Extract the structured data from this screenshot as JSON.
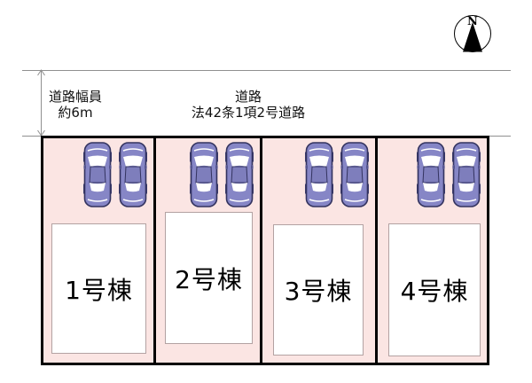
{
  "compass": {
    "label": "N"
  },
  "road": {
    "name_line1": "道路",
    "name_line2": "法42条1項2号道路",
    "width_line1": "道路幅員",
    "width_line2": "約6m"
  },
  "lots": [
    {
      "label": "1号棟",
      "car_count": 2
    },
    {
      "label": "2号棟",
      "car_count": 2
    },
    {
      "label": "3号棟",
      "car_count": 2
    },
    {
      "label": "4号棟",
      "car_count": 2
    }
  ],
  "colors": {
    "lot_fill": "#FBE5E3",
    "car_body": "#8686C6",
    "car_roof": "#7E7EBC",
    "car_outline": "#33335F",
    "car_dark": "#3A3A6E",
    "line_gray": "#909090",
    "border_black": "#000000"
  }
}
